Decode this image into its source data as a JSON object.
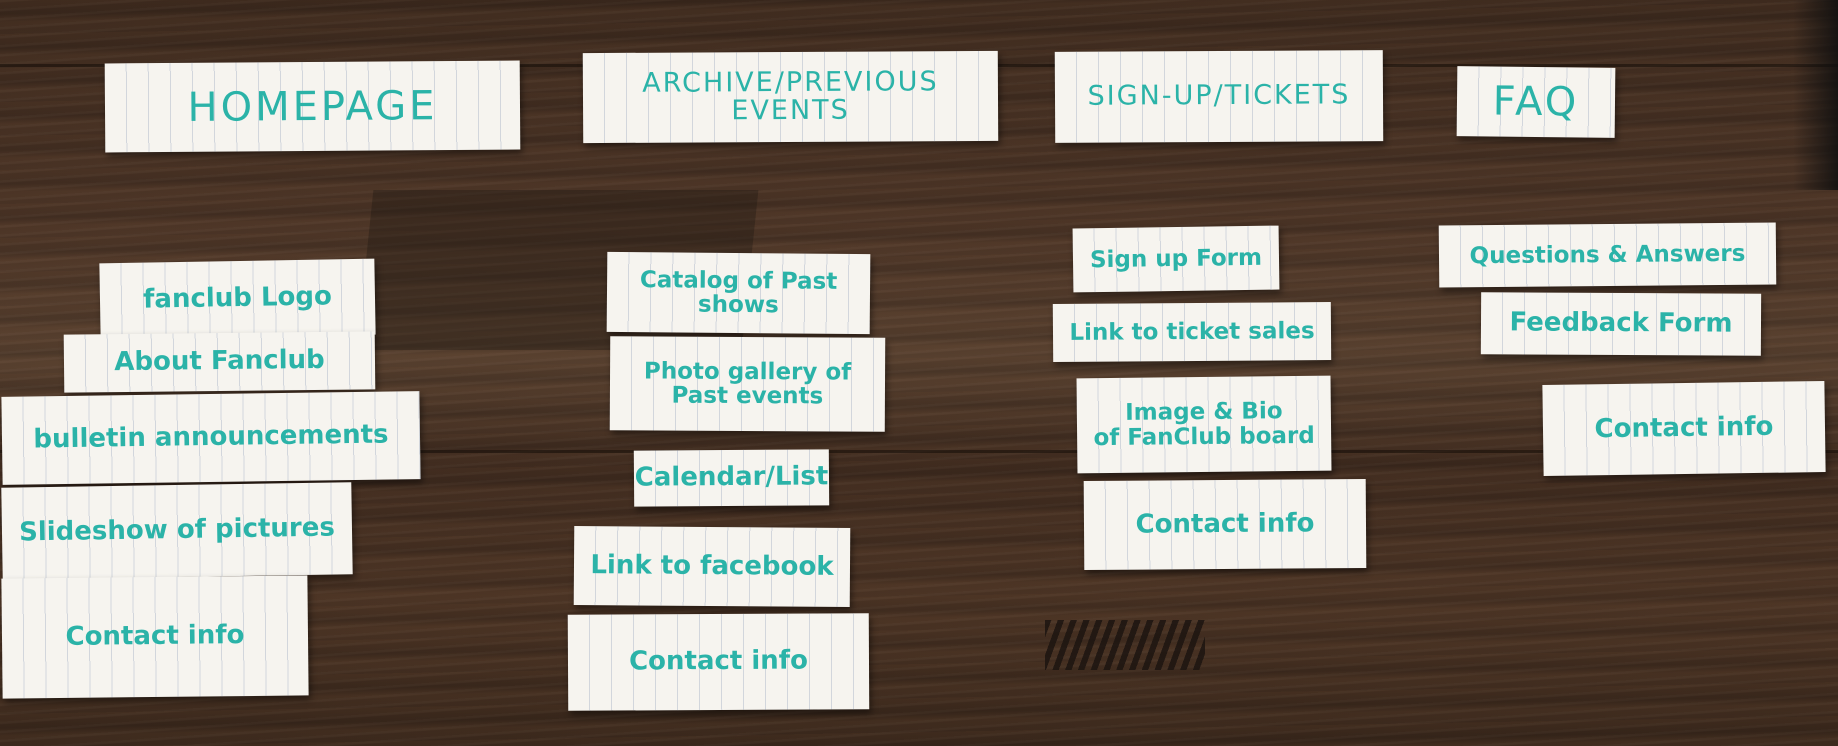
{
  "columns": [
    {
      "header": "HOMEPAGE",
      "items": [
        "fanclub Logo",
        "About Fanclub",
        "bulletin announcements",
        "Slideshow of pictures",
        "Contact info"
      ]
    },
    {
      "header": "ARCHIVE/PREVIOUS\nEVENTS",
      "items": [
        "Catalog of Past\nshows",
        "Photo gallery of\nPast events",
        "Calendar/List",
        "Link to facebook",
        "Contact info"
      ]
    },
    {
      "header": "SIGN-UP/TICKETS",
      "items": [
        "Sign up Form",
        "Link to ticket sales",
        "Image & Bio\nof FanClub board",
        "Contact info"
      ]
    },
    {
      "header": "FAQ",
      "items": [
        "Questions & Answers",
        "Feedback Form",
        "Contact info"
      ]
    }
  ],
  "colors": {
    "ink": "#2bb3a8",
    "paper": "#f6f4ef",
    "table": "#4b3426"
  }
}
